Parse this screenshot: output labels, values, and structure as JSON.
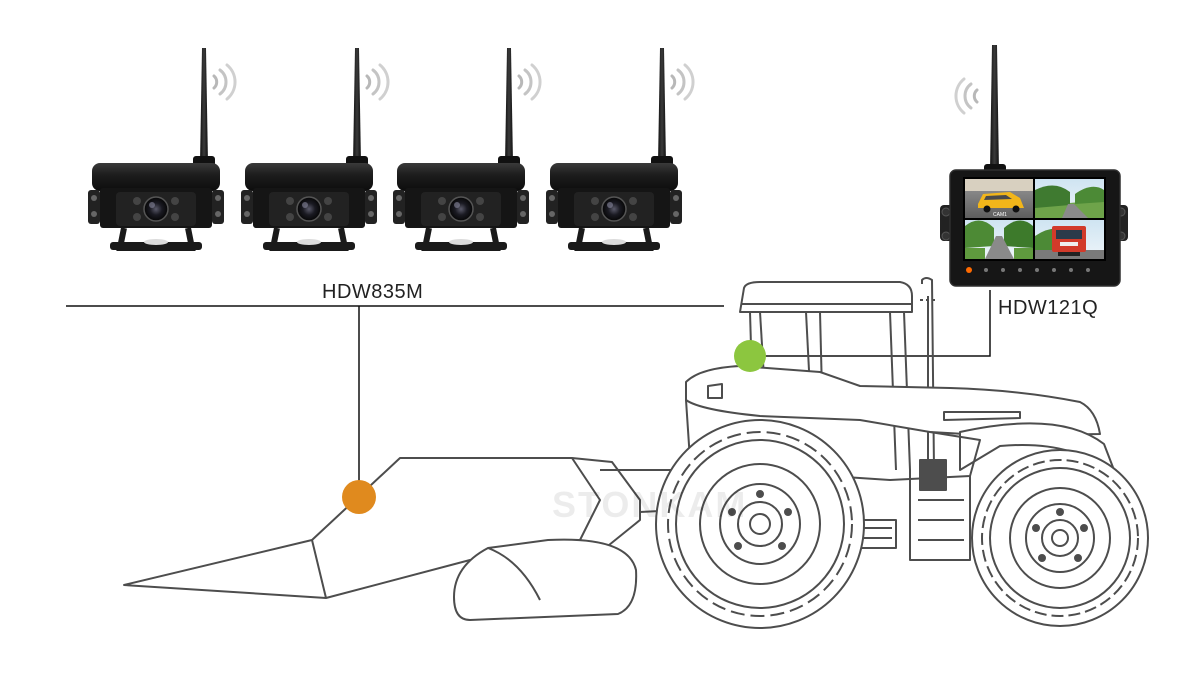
{
  "labels": {
    "camera_model": "HDW835M",
    "monitor_model": "HDW121Q",
    "watermark": "STONKAM"
  },
  "monitor_screen": {
    "cam1_label": "CAM1"
  },
  "cameras": [
    {
      "id": "camera-1"
    },
    {
      "id": "camera-2"
    },
    {
      "id": "camera-3"
    },
    {
      "id": "camera-4"
    }
  ],
  "colors": {
    "camera_mount_point": "#e08a1e",
    "monitor_mount_point": "#8cc63f",
    "line_art": "#4d4d4d",
    "device_body": "#1c1c1c"
  }
}
